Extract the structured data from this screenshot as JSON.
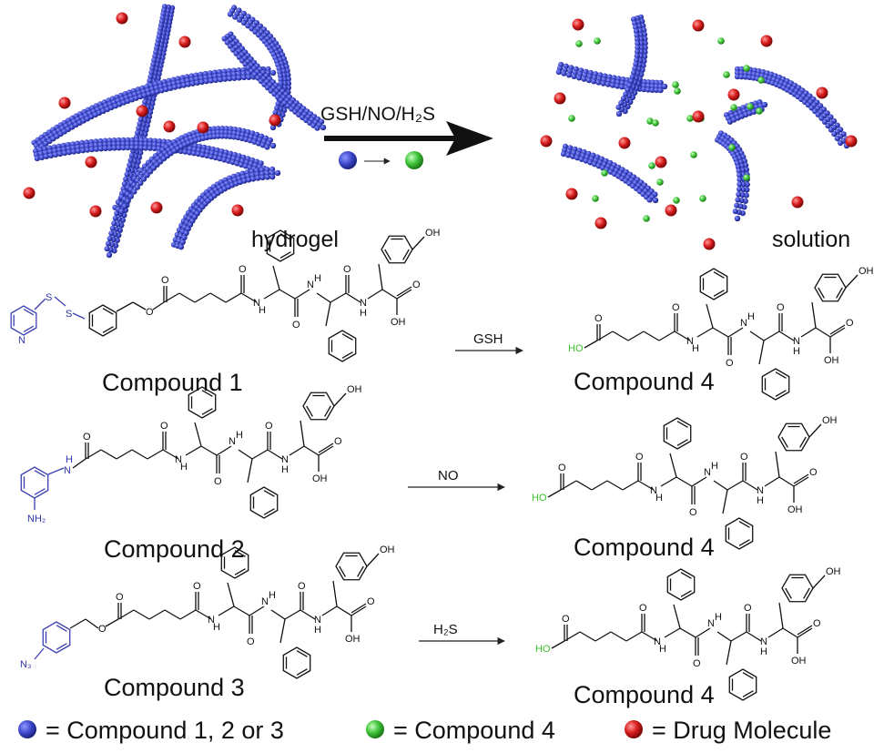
{
  "top": {
    "reagents_label": "GSH/NO/H₂S",
    "hydrogel_label": "hydrogel",
    "solution_label": "solution"
  },
  "reactions": [
    {
      "start": "Compound 1",
      "reagent": "GSH",
      "product": "Compound 4"
    },
    {
      "start": "Compound 2",
      "reagent": "NO",
      "product": "Compound 4"
    },
    {
      "start": "Compound 3",
      "reagent": "H₂S",
      "product": "Compound 4"
    }
  ],
  "atoms": {
    "oh": "OH",
    "o": "O",
    "nh": "N",
    "h": "H",
    "ho_green": "HO",
    "s": "S",
    "n": "N",
    "nh2": "NH₂",
    "n3": "N₃"
  },
  "legend": [
    {
      "text": "= Compound 1, 2 or 3",
      "color": "#3a44c8"
    },
    {
      "text": "= Compound 4",
      "color": "#3fc43a"
    },
    {
      "text": "= Drug Molecule",
      "color": "#d81c1c"
    }
  ],
  "colors": {
    "fiber": "#3a44c8",
    "drug": "#d81c1c",
    "compound4": "#3fc43a",
    "precursor_group": "#3a3fb0"
  }
}
